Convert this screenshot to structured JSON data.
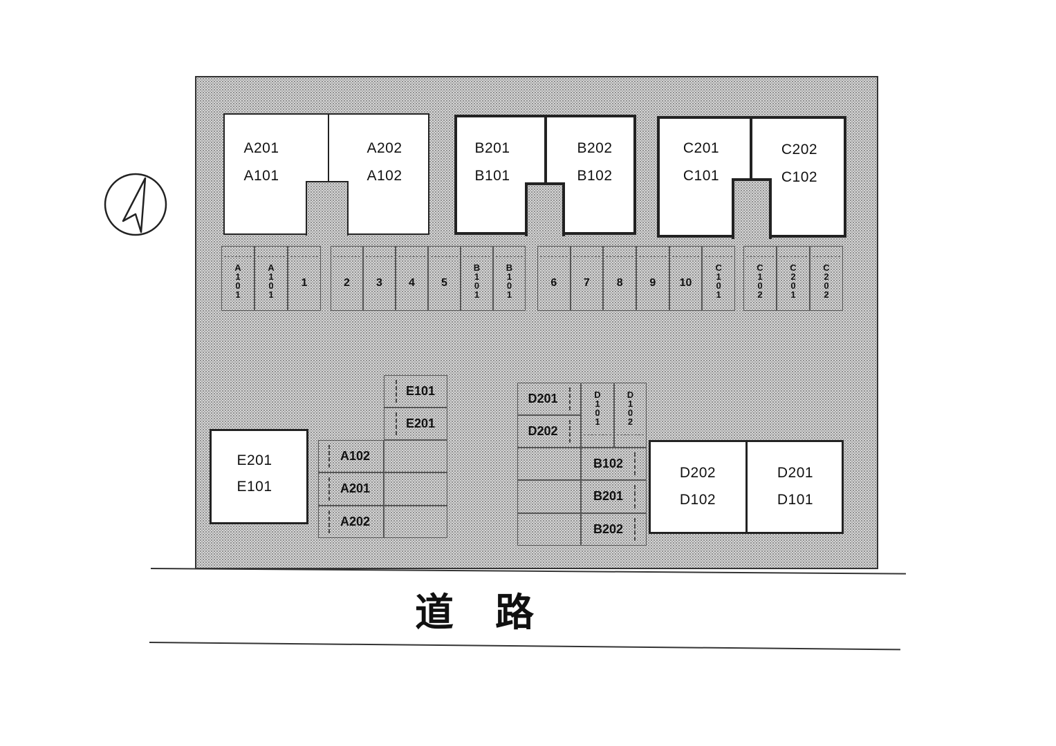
{
  "road_label": "道　路",
  "buildings": {
    "A": {
      "left_top": "A201",
      "left_bottom": "A101",
      "right_top": "A202",
      "right_bottom": "A102"
    },
    "B": {
      "left_top": "B201",
      "left_bottom": "B101",
      "right_top": "B202",
      "right_bottom": "B102"
    },
    "C": {
      "left_top": "C201",
      "left_bottom": "C101",
      "right_top": "C202",
      "right_bottom": "C102"
    },
    "E": {
      "top": "E201",
      "bottom": "E101"
    },
    "D": {
      "left_top": "D202",
      "left_bottom": "D102",
      "right_top": "D201",
      "right_bottom": "D101"
    }
  },
  "top_row_spaces": {
    "group1": [
      "A101",
      "A101",
      "1"
    ],
    "group2": [
      "2",
      "3",
      "4",
      "5",
      "B101",
      "B101"
    ],
    "group3": [
      "6",
      "7",
      "8",
      "9",
      "10",
      "C101"
    ],
    "group4": [
      "C102",
      "C201",
      "C202"
    ]
  },
  "e_block": {
    "top": [
      "E101",
      "E201"
    ],
    "bottom": [
      "A102",
      "A201",
      "A202"
    ]
  },
  "d_block": {
    "top_left": [
      "D201",
      "D202"
    ],
    "top_right": [
      "D101",
      "D102"
    ],
    "bottom": [
      "B102",
      "B201",
      "B202"
    ]
  }
}
